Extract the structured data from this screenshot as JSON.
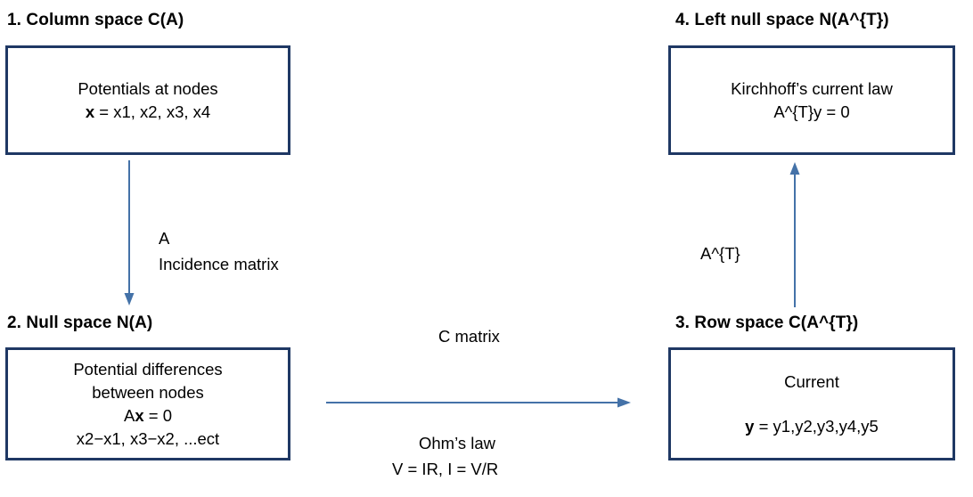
{
  "diagram": {
    "nodes": [
      {
        "id": "column-space",
        "heading": "1. Column space C(A)",
        "lines": [
          "Potentials at nodes",
          "x = x1, x2, x3, x4"
        ],
        "bold_prefix": "x"
      },
      {
        "id": "left-null-space",
        "heading": "4. Left null space N(A^{T})",
        "lines": [
          "Kirchhoff’s current law",
          "A^{T}y = 0"
        ]
      },
      {
        "id": "null-space",
        "heading": "2. Null space N(A)",
        "lines": [
          "Potential differences",
          "between nodes",
          "Ax = 0",
          "x2−x1, x3−x2, ...ect"
        ]
      },
      {
        "id": "row-space",
        "heading": "3. Row space C(A^{T})",
        "lines": [
          "Current",
          "y = y1,y2,y3,y4,y5"
        ]
      }
    ],
    "edges": [
      {
        "id": "incidence-edge",
        "labels": [
          "A",
          "Incidence matrix"
        ],
        "direction": "down"
      },
      {
        "id": "transpose-edge",
        "labels": [
          "A^{T}"
        ],
        "direction": "up"
      },
      {
        "id": "c-matrix-edge",
        "labels_above": [
          "C matrix"
        ],
        "labels_below": [
          "Ohm’s law",
          "V = IR, I = V/R"
        ],
        "direction": "right"
      }
    ],
    "colors": {
      "box_border": "#1f3864",
      "arrow": "#4472a8",
      "text": "#000000",
      "background": "#ffffff"
    }
  }
}
